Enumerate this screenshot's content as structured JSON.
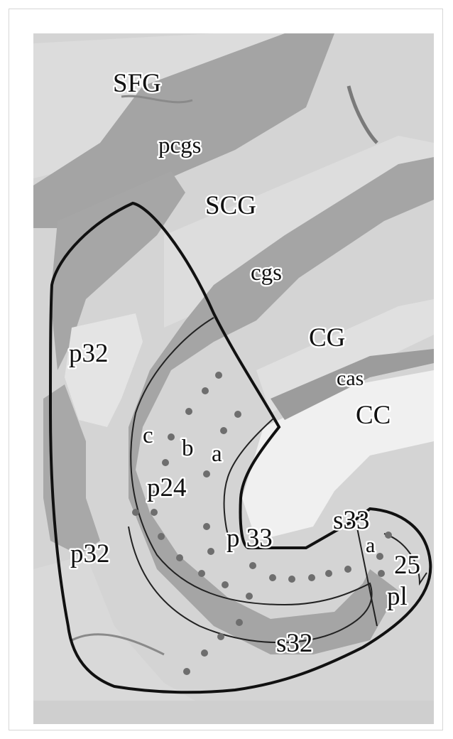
{
  "figure": {
    "labels": {
      "sfg": "SFG",
      "pcgs": "pcgs",
      "scg": "SCG",
      "cgs": "cgs",
      "cg": "CG",
      "cas": "cas",
      "cc": "CC",
      "p32_upper": "p32",
      "p32_lower": "p32",
      "c": "c",
      "b": "b",
      "a_upper": "a",
      "p24": "p24",
      "p33": "p 33",
      "s33": "s33",
      "a_lower": "a",
      "area25": "25",
      "pl": "pl",
      "s32": "s32"
    },
    "colors": {
      "background_cortex": "#d2d2d2",
      "sulcus_gray": "#a2a2a2",
      "corpus_callosum": "#ebebeb",
      "boundary_line": "#111111",
      "dot": "#6e6e6e"
    }
  }
}
